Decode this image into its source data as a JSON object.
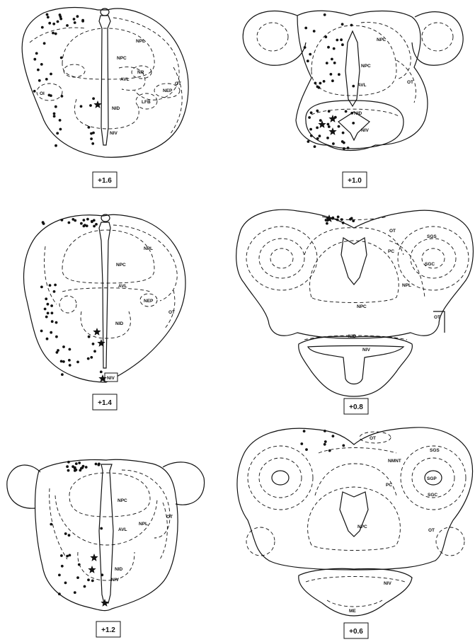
{
  "panels": [
    {
      "id": "p16",
      "level": "+1.6",
      "labels": [
        "NPL",
        "NPC",
        "NR",
        "AVL",
        "NEP",
        "OT",
        "LFB",
        "NID",
        "NIV",
        "OI"
      ],
      "dots": 45,
      "stars": 1
    },
    {
      "id": "p10",
      "level": "+1.0",
      "labels": [
        "NPL",
        "NPC",
        "AVL",
        "OT",
        "NID",
        "NIV"
      ],
      "dots": 52,
      "stars": 3
    },
    {
      "id": "p14",
      "level": "+1.4",
      "labels": [
        "NPC",
        "NPL",
        "AVL",
        "NEP",
        "OT",
        "NID",
        "NIV"
      ],
      "dots": 50,
      "stars": 3
    },
    {
      "id": "p08",
      "level": "+0.8",
      "labels": [
        "OT",
        "SGS",
        "PC",
        "SGC",
        "NPL",
        "NPC",
        "OT",
        "NID",
        "NIV"
      ],
      "dots": 12,
      "stars": 1
    },
    {
      "id": "p12",
      "level": "+1.2",
      "labels": [
        "NPC",
        "NPL",
        "OT",
        "AVL",
        "NID",
        "NIV"
      ],
      "dots": 36,
      "stars": 3
    },
    {
      "id": "p06",
      "level": "+0.6",
      "labels": [
        "OT",
        "SGS",
        "NMNT",
        "PC",
        "SGP",
        "SGC",
        "NPC",
        "OT",
        "NIV",
        "ME"
      ],
      "dots": 9,
      "stars": 0
    }
  ]
}
